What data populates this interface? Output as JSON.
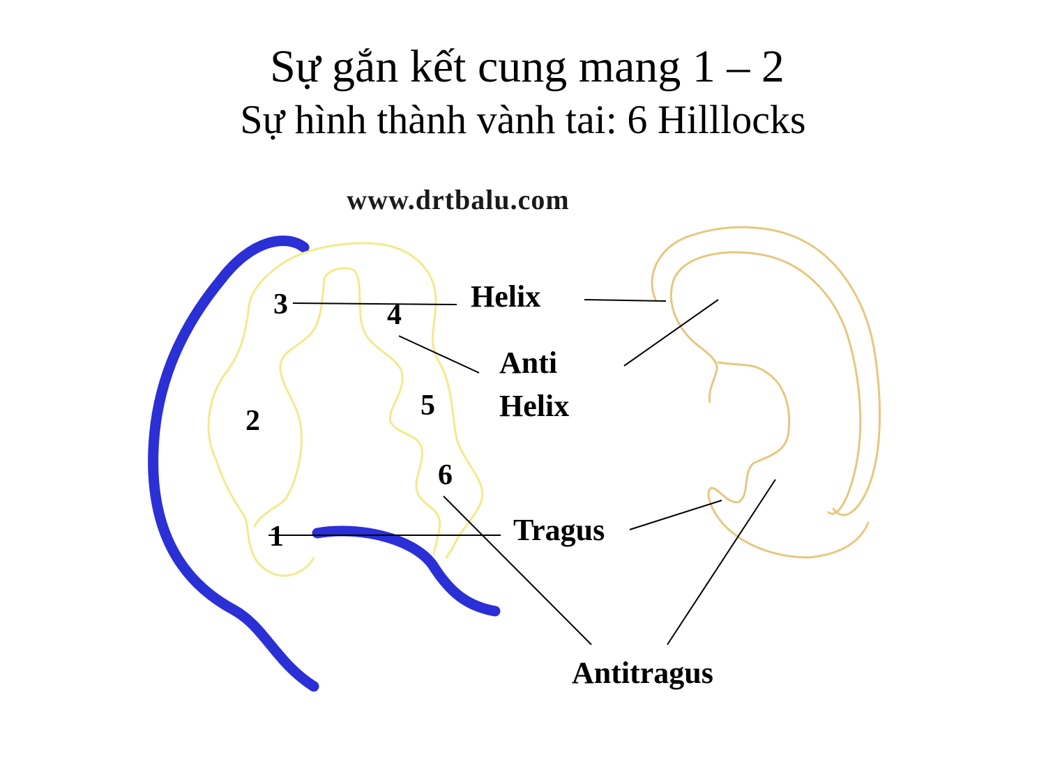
{
  "title": {
    "line1": "Sự gắn kết cung mang 1 – 2",
    "line2": "Sự hình thành vành tai: 6 Hilllocks"
  },
  "diagram": {
    "watermark": "www.drtbalu.com",
    "hillock_numbers": [
      "1",
      "2",
      "3",
      "4",
      "5",
      "6"
    ],
    "labels": {
      "helix": "Helix",
      "anti_helix_line1": "Anti",
      "anti_helix_line2": "Helix",
      "tragus": "Tragus",
      "antitragus": "Antitragus"
    },
    "colors": {
      "arch_outline": "#2b2fd6",
      "hillock_outline": "#f1ea8a",
      "auricle_outline": "#e7c77e",
      "leader_line": "#000000"
    }
  }
}
